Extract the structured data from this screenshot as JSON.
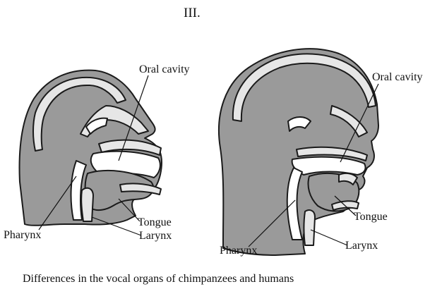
{
  "page_number": "III.",
  "caption": "Differences in the vocal organs of chimpanzees and humans",
  "labels": {
    "chimp_oral_cavity": "Oral cavity",
    "chimp_tongue": "Tongue",
    "chimp_larynx": "Larynx",
    "chimp_pharynx": "Pharynx",
    "human_oral_cavity": "Oral cavity",
    "human_tongue": "Tongue",
    "human_larynx": "Larynx",
    "human_pharynx": "Pharynx"
  },
  "colors": {
    "tissue": "#9a9a9a",
    "bone": "#e6e6e6",
    "outline": "#1a1a1a",
    "background": "#ffffff"
  }
}
